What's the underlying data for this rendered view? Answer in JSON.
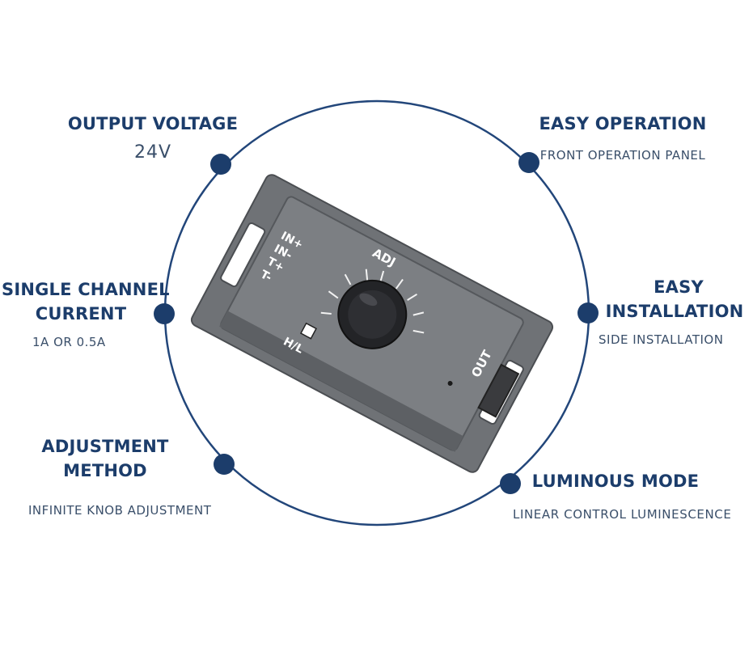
{
  "features": [
    {
      "title": "OUTPUT VOLTAGE",
      "detail": "24V"
    },
    {
      "title": "EASY OPERATION",
      "detail": "FRONT OPERATION PANEL"
    },
    {
      "title_line1": "SINGLE CHANNEL",
      "title_line2": "CURRENT",
      "detail": "1A OR 0.5A"
    },
    {
      "title_line1": "EASY",
      "title_line2": "INSTALLATION",
      "detail": "SIDE INSTALLATION"
    },
    {
      "title_line1": "ADJUSTMENT",
      "title_line2": "METHOD",
      "detail": "INFINITE KNOB ADJUSTMENT"
    },
    {
      "title": "LUMINOUS MODE",
      "detail": "LINEAR CONTROL LUMINESCENCE"
    }
  ],
  "device": {
    "terminal_labels": [
      "IN+",
      "IN-",
      "T+",
      "T-"
    ],
    "knob_label": "ADJ",
    "switch_label": "H/L",
    "output_label": "OUT"
  },
  "colors": {
    "navy": "#1c3d6b",
    "ring": "#22467a",
    "casing": "#7c7f83",
    "casing_dark": "#5d6064"
  }
}
